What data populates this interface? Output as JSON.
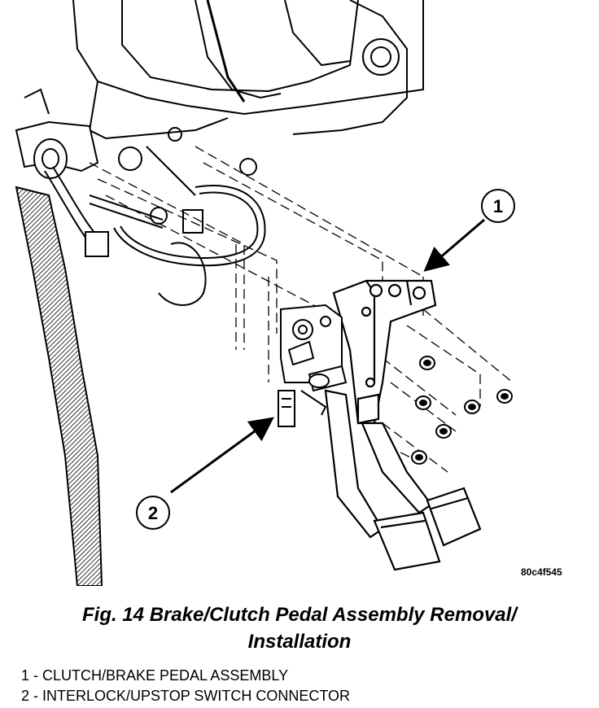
{
  "figure": {
    "code": "80c4f545",
    "caption_line1": "Fig. 14 Brake/Clutch Pedal Assembly Removal/",
    "caption_line2": "Installation",
    "callouts": [
      {
        "number": "1"
      },
      {
        "number": "2"
      }
    ],
    "legend": [
      {
        "text": "1 - CLUTCH/BRAKE PEDAL ASSEMBLY"
      },
      {
        "text": "2 - INTERLOCK/UPSTOP SWITCH CONNECTOR"
      }
    ]
  }
}
